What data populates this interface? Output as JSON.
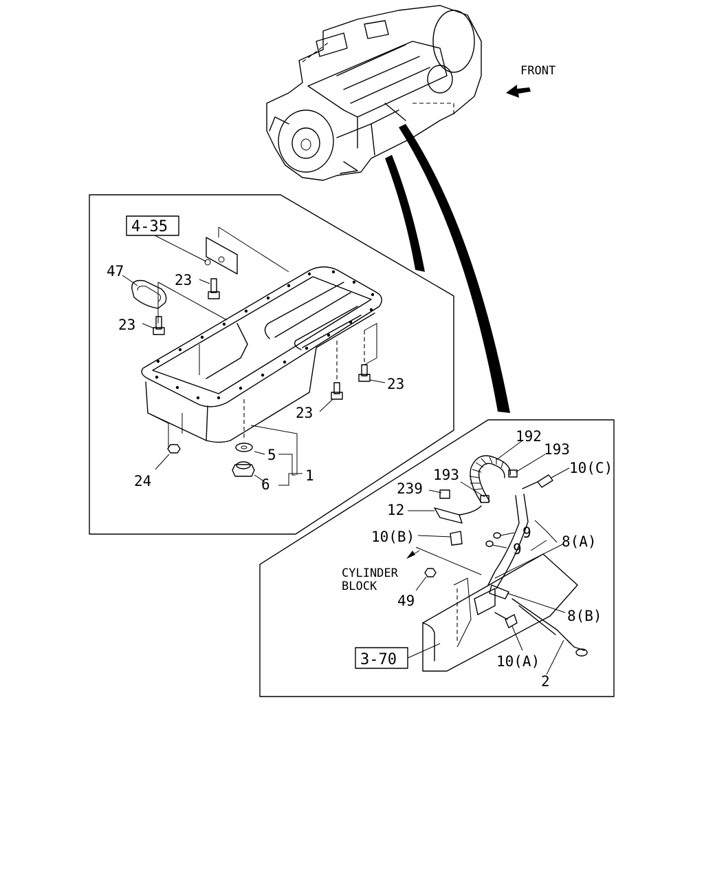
{
  "labels": {
    "front": "FRONT",
    "cylinder": "CYLINDER",
    "block": "BLOCK",
    "ref_4_35": "4-35",
    "ref_3_70": "3-70"
  },
  "callouts": {
    "p1": "1",
    "p2": "2",
    "p5": "5",
    "p6": "6",
    "p8a": "8(A)",
    "p8b": "8(B)",
    "p9a": "9",
    "p9b": "9",
    "p10a": "10(A)",
    "p10b": "10(B)",
    "p10c": "10(C)",
    "p12": "12",
    "p23a": "23",
    "p23b": "23",
    "p23c": "23",
    "p23d": "23",
    "p24": "24",
    "p47": "47",
    "p49": "49",
    "p192": "192",
    "p193a": "193",
    "p193b": "193",
    "p239": "239"
  }
}
